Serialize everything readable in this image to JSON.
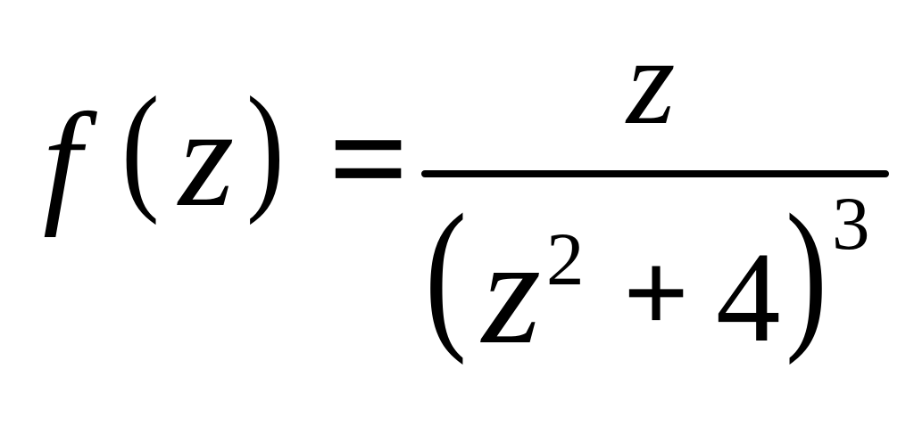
{
  "formula": {
    "lhs": {
      "function": "f",
      "open_paren": "(",
      "variable": "z",
      "close_paren": ")"
    },
    "equals": "=",
    "numerator": "z",
    "denominator": {
      "open_paren": "(",
      "base": "z",
      "inner_exponent": "2",
      "plus": "+",
      "constant": "4",
      "close_paren": ")",
      "outer_exponent": "3"
    }
  }
}
